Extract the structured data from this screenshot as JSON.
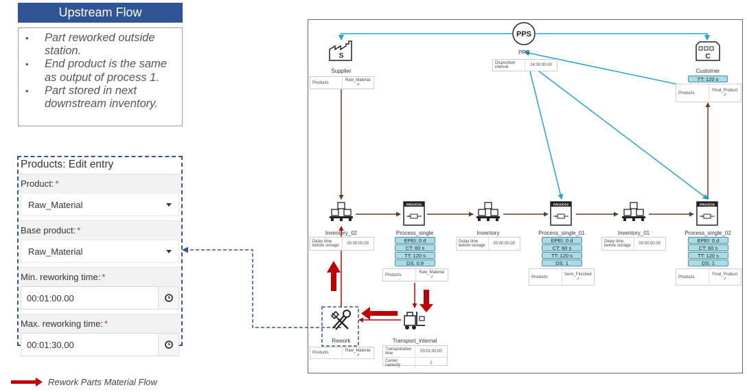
{
  "panel": {
    "title": "Upstream Flow",
    "notes": [
      "Part reworked outside station.",
      "End product is the same as output of process 1.",
      "Part stored in next downstream inventory."
    ]
  },
  "form": {
    "title": "Products: Edit entry",
    "fields": {
      "product": {
        "label": "Product:",
        "required_mark": "*",
        "value": "Raw_Material"
      },
      "base_product": {
        "label": "Base product:",
        "required_mark": "*",
        "value": "Raw_Material"
      },
      "min_rework": {
        "label": "Min. reworking time:",
        "required_mark": "*",
        "value": "00:01:00.00"
      },
      "max_rework": {
        "label": "Max. reworking time:",
        "required_mark": "*",
        "value": "00:01:30.00"
      }
    }
  },
  "legend": {
    "rework_flow": "Rework Parts Material Flow"
  },
  "colors": {
    "header_blue": "#2f5597",
    "info_flow": "#1fa3d8",
    "material_flow": "#6b3b1f",
    "rework_flow": "#c00000",
    "chip_fill": "#a9dbe8"
  },
  "diagram": {
    "pps": {
      "badge": "PPS",
      "label": "PPS",
      "disposition_key": "Disposition interval",
      "disposition_value": "24:00:00.00"
    },
    "supplier": {
      "badge": "S",
      "label": "Supplier",
      "products_key": "Products",
      "products_value": "Raw_Material"
    },
    "customer": {
      "badge": "C",
      "label": "Customer",
      "tt": "TT: 120 s",
      "products_key": "Products",
      "products_value": "Final_Product"
    },
    "inventory_02": {
      "label": "Inventory_02",
      "key": "Delay time before storage",
      "value": "00:00:00.00"
    },
    "inventory": {
      "label": "Inventory",
      "key": "Delay time before storage",
      "value": "00:00:00.00"
    },
    "inventory_01": {
      "label": "Inventory_01",
      "key": "Delay time before storage",
      "value": "00:00:00.00"
    },
    "process_single": {
      "badge": "PROCESS",
      "label": "Process_single",
      "chips": [
        "EPEI: 0 d",
        "CT: 60 s",
        "TT: 120 s",
        "DS: 0.9"
      ],
      "products_key": "Products",
      "products_value": "Raw_Material"
    },
    "process_single_01": {
      "badge": "PROCESS",
      "label": "Process_single_01",
      "chips": [
        "EPEI: 0 d",
        "CT: 60 s",
        "TT: 120 s",
        "DS: 1"
      ],
      "products_key": "Products",
      "products_value": "Semi_Finished"
    },
    "process_single_02": {
      "badge": "PROCESS",
      "label": "Process_single_02",
      "chips": [
        "EPEI: 0 d",
        "CT: 60 s",
        "TT: 120 s",
        "DS: 1"
      ],
      "products_key": "Products",
      "products_value": "Final_Product"
    },
    "rework": {
      "label": "Rework",
      "products_key": "Products",
      "products_value": "Raw_Material"
    },
    "transport": {
      "label": "Transport_internal",
      "rows": [
        {
          "key": "Transportation time",
          "value": "00:01:00.00"
        },
        {
          "key": "Carrier capacity",
          "value": "1"
        }
      ]
    }
  }
}
